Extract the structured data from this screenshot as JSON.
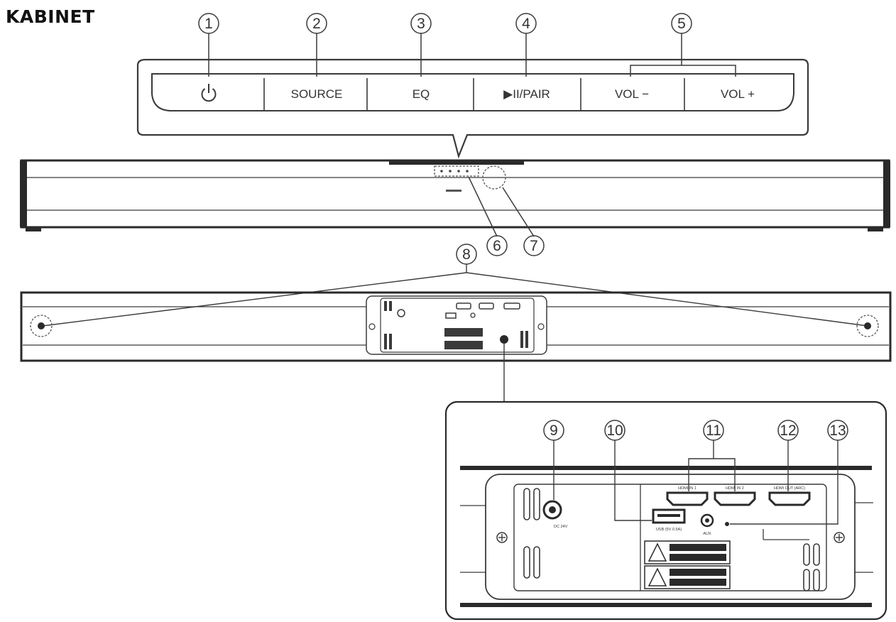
{
  "page_title": "KABINET",
  "colors": {
    "line": "#3a3a3a",
    "stroke_dark": "#2a2a2a",
    "fill_light": "#f7f7f7",
    "background": "#ffffff"
  },
  "buttons": [
    {
      "id": "power",
      "label": "",
      "icon": "power-icon"
    },
    {
      "id": "source",
      "label": "SOURCE"
    },
    {
      "id": "eq",
      "label": "EQ"
    },
    {
      "id": "play-pair",
      "label": "▶II/PAIR"
    },
    {
      "id": "vol-down",
      "label": "VOL −"
    },
    {
      "id": "vol-up",
      "label": "VOL +"
    }
  ],
  "callouts": {
    "c1": "1",
    "c2": "2",
    "c3": "3",
    "c4": "4",
    "c5": "5",
    "c6": "6",
    "c7": "7",
    "c8": "8",
    "c9": "9",
    "c10": "10",
    "c11": "11",
    "c12": "12",
    "c13": "13"
  },
  "port_labels": {
    "hdmi1": "HDMI IN 1",
    "hdmi2": "HDMI IN 2",
    "hdmi_out": "HDMI OUT (ARC)",
    "usb": "USB (5V 0.5A)",
    "aux": "AUX",
    "dc": "DC 24V"
  }
}
